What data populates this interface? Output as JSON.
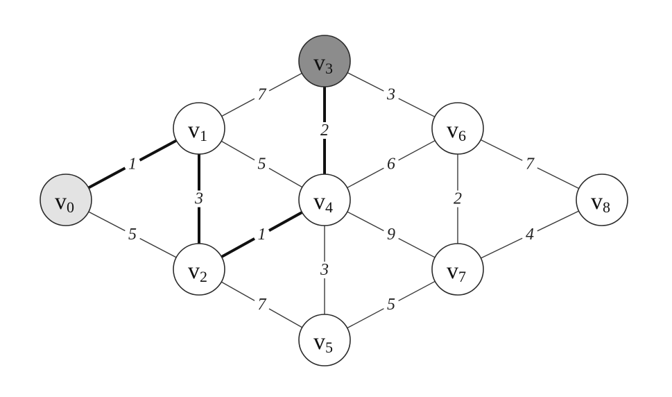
{
  "nodes": [
    {
      "id": "v0",
      "base": "v",
      "sub": "0",
      "fill": "#e3e3e3"
    },
    {
      "id": "v1",
      "base": "v",
      "sub": "1",
      "fill": "#ffffff"
    },
    {
      "id": "v2",
      "base": "v",
      "sub": "2",
      "fill": "#ffffff"
    },
    {
      "id": "v3",
      "base": "v",
      "sub": "3",
      "fill": "#8c8c8c"
    },
    {
      "id": "v4",
      "base": "v",
      "sub": "4",
      "fill": "#ffffff"
    },
    {
      "id": "v5",
      "base": "v",
      "sub": "5",
      "fill": "#ffffff"
    },
    {
      "id": "v6",
      "base": "v",
      "sub": "6",
      "fill": "#ffffff"
    },
    {
      "id": "v7",
      "base": "v",
      "sub": "7",
      "fill": "#ffffff"
    },
    {
      "id": "v8",
      "base": "v",
      "sub": "8",
      "fill": "#ffffff"
    }
  ],
  "edges": [
    {
      "from": "v0",
      "to": "v1",
      "weight": "1",
      "bold": true
    },
    {
      "from": "v0",
      "to": "v2",
      "weight": "5",
      "bold": false
    },
    {
      "from": "v1",
      "to": "v3",
      "weight": "7",
      "bold": false
    },
    {
      "from": "v1",
      "to": "v2",
      "weight": "3",
      "bold": true
    },
    {
      "from": "v1",
      "to": "v4",
      "weight": "5",
      "bold": false
    },
    {
      "from": "v3",
      "to": "v4",
      "weight": "2",
      "bold": true
    },
    {
      "from": "v3",
      "to": "v6",
      "weight": "3",
      "bold": false
    },
    {
      "from": "v2",
      "to": "v4",
      "weight": "1",
      "bold": true
    },
    {
      "from": "v2",
      "to": "v5",
      "weight": "7",
      "bold": false
    },
    {
      "from": "v4",
      "to": "v6",
      "weight": "6",
      "bold": false
    },
    {
      "from": "v4",
      "to": "v7",
      "weight": "9",
      "bold": false
    },
    {
      "from": "v4",
      "to": "v5",
      "weight": "3",
      "bold": false
    },
    {
      "from": "v6",
      "to": "v7",
      "weight": "2",
      "bold": false
    },
    {
      "from": "v6",
      "to": "v8",
      "weight": "7",
      "bold": false
    },
    {
      "from": "v5",
      "to": "v7",
      "weight": "5",
      "bold": false
    },
    {
      "from": "v7",
      "to": "v8",
      "weight": "4",
      "bold": false
    }
  ]
}
